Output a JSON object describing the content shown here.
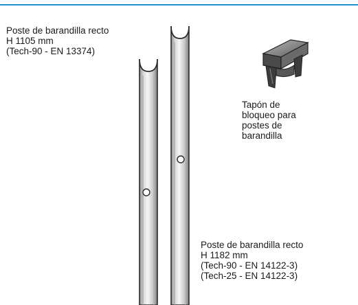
{
  "colors": {
    "accent_line": "#1e90d6",
    "post_outline": "#2b2b2b",
    "post_highlight": "#e9e9e9",
    "post_shade": "#9a9a9a",
    "cap_dark": "#3c3c3c",
    "cap_light": "#9a9a9a"
  },
  "labels": {
    "post_1105": [
      "Poste de barandilla recto",
      "H 1105 mm",
      "(Tech-90 - EN 13374)"
    ],
    "lock_cap": [
      "Tapón de",
      "bloqueo para",
      "postes de",
      "barandilla"
    ],
    "post_1182": [
      "Poste de barandilla recto",
      "H 1182 mm",
      "(Tech-90 - EN 14122-3)",
      "(Tech-25 - EN 14122-3)"
    ]
  },
  "icons": [
    "lock-cap-icon"
  ]
}
